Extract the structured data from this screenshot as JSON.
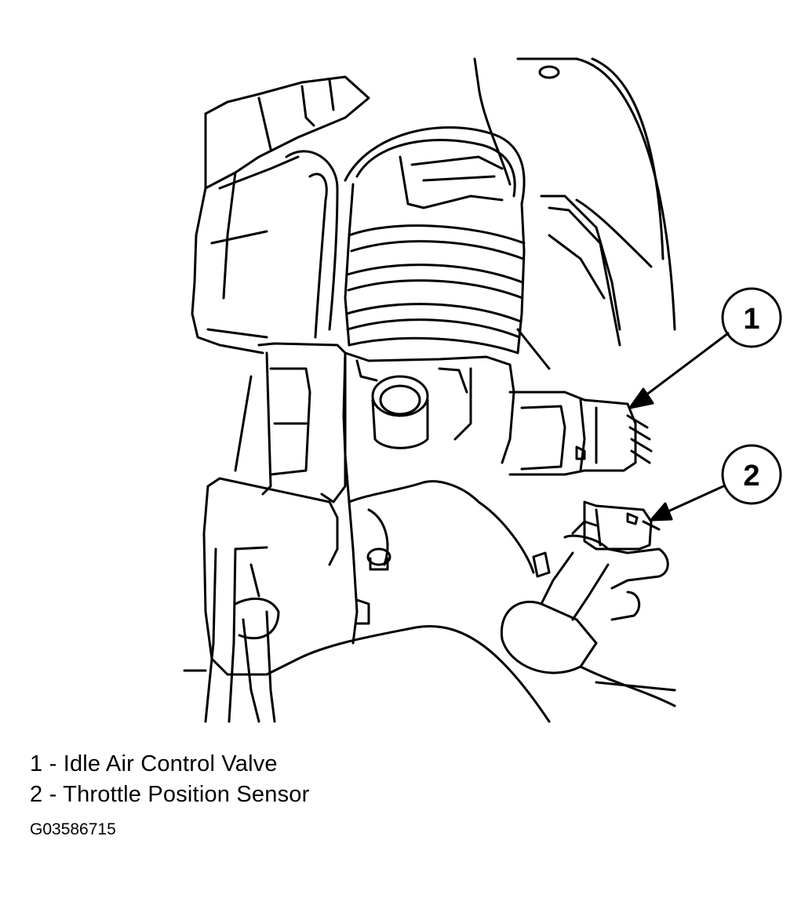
{
  "callouts": [
    {
      "number": "1",
      "label": "Idle Air Control Valve"
    },
    {
      "number": "2",
      "label": "Throttle Position Sensor"
    }
  ],
  "legend": [
    "1 - Idle Air Control Valve",
    "2 - Throttle Position Sensor"
  ],
  "figure_id": "G03586715",
  "colors": {
    "ink": "#000000",
    "paper": "#ffffff"
  }
}
